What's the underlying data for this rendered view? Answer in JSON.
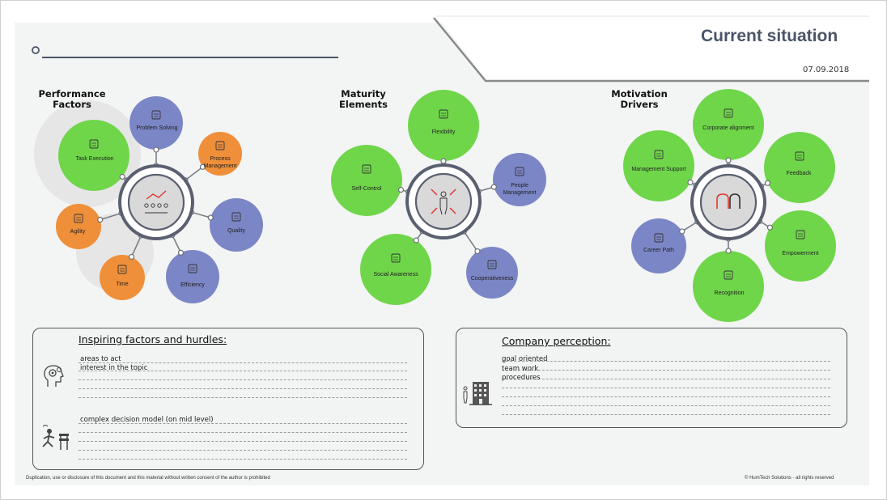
{
  "header": {
    "title": "Current situation",
    "date": "07.09.2018"
  },
  "sections": {
    "performance": {
      "title": "Performance Factors",
      "bubbles": [
        {
          "label": "Task Execution",
          "icon": "task-list-icon",
          "color": "#6fd64a"
        },
        {
          "label": "Problem Solving",
          "icon": "flowchart-icon",
          "color": "#7b86c6"
        },
        {
          "label": "Process Management",
          "icon": "process-icon",
          "color": "#f08f3a"
        },
        {
          "label": "Quality",
          "icon": "quality-icon",
          "color": "#7b86c6"
        },
        {
          "label": "Efficiency",
          "icon": "efficiency-icon",
          "color": "#7b86c6"
        },
        {
          "label": "Time",
          "icon": "hourglass-icon",
          "color": "#f08f3a"
        },
        {
          "label": "Agility",
          "icon": "gears-icon",
          "color": "#f08f3a"
        }
      ]
    },
    "maturity": {
      "title": "Maturity Elements",
      "bubbles": [
        {
          "label": "Flexibility",
          "icon": "flexibility-icon",
          "color": "#6fd64a"
        },
        {
          "label": "People Management",
          "icon": "people-globe-icon",
          "color": "#7b86c6"
        },
        {
          "label": "Cooperativeness",
          "icon": "handshake-icon",
          "color": "#7b86c6"
        },
        {
          "label": "Social Awareness",
          "icon": "social-icon",
          "color": "#6fd64a"
        },
        {
          "label": "Self-Control",
          "icon": "self-control-icon",
          "color": "#6fd64a"
        }
      ]
    },
    "motivation": {
      "title": "Motivation Drivers",
      "bubbles": [
        {
          "label": "Corporate alignment",
          "icon": "alignment-icon",
          "color": "#6fd64a"
        },
        {
          "label": "Feedback",
          "icon": "feedback-icon",
          "color": "#6fd64a"
        },
        {
          "label": "Empowerment",
          "icon": "fist-icon",
          "color": "#6fd64a"
        },
        {
          "label": "Recognition",
          "icon": "recognition-icon",
          "color": "#6fd64a"
        },
        {
          "label": "Career Path",
          "icon": "career-icon",
          "color": "#7b86c6"
        },
        {
          "label": "Management Support",
          "icon": "support-icon",
          "color": "#6fd64a"
        }
      ]
    }
  },
  "panels": {
    "inspiring": {
      "heading": "Inspiring factors and hurdles:",
      "notes_top": [
        "areas to act",
        "interest in the topic"
      ],
      "notes_bottom": [
        "complex decision model (on mid level)"
      ]
    },
    "company": {
      "heading": "Company perception:",
      "notes": [
        "goal oriented",
        "team work",
        "procedures"
      ]
    }
  },
  "footer": {
    "left": "Duplication, use or disclosure of this document and this material without written consent of the author is prohibited",
    "right": "© HumTech Solutions - all rights reserved"
  }
}
